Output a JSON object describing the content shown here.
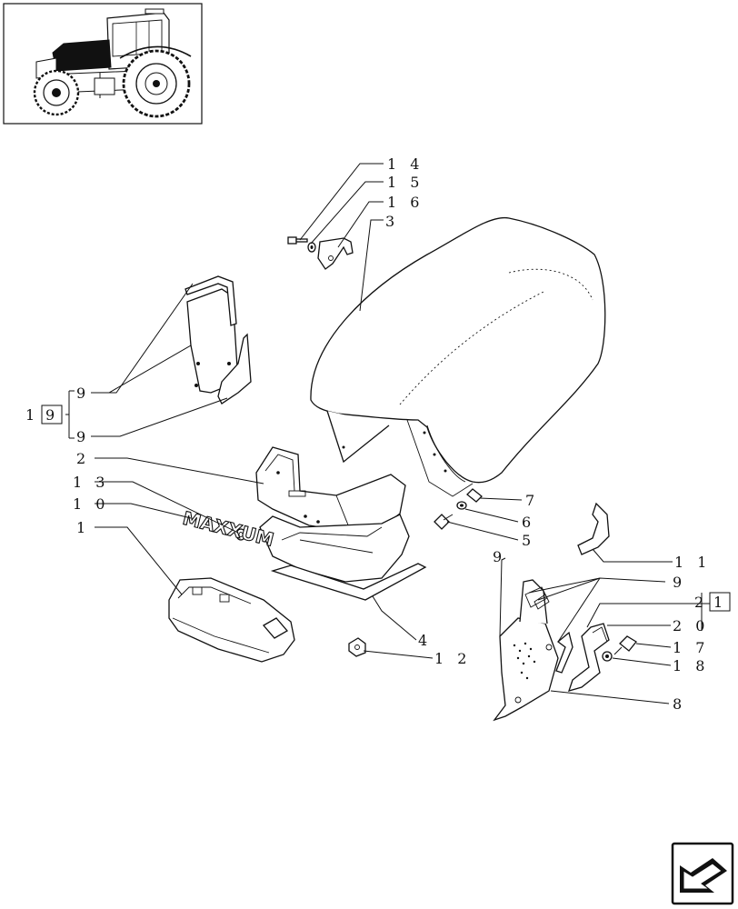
{
  "callouts": {
    "c14": "1 4",
    "c15": "1 5",
    "c16": "1 6",
    "c3": "3",
    "c9a": "9",
    "c19": "1",
    "c19box": "9",
    "c9b": "9",
    "c2": "2",
    "c13": "1 3",
    "c10": "1 0",
    "c1": "1",
    "c7": "7",
    "c6": "6",
    "c5": "5",
    "c11": "1 1",
    "c9c": "9",
    "c9d": "9",
    "c21": "2",
    "c21box": "1",
    "c20": "2 0",
    "c17": "1 7",
    "c18": "1 8",
    "c8": "8",
    "c4": "4",
    "c12": "1 2"
  },
  "logo_text": "MAXXUM",
  "icons": {
    "thumbnail": "tractor-thumbnail",
    "nav": "next-page-arrow-icon"
  }
}
